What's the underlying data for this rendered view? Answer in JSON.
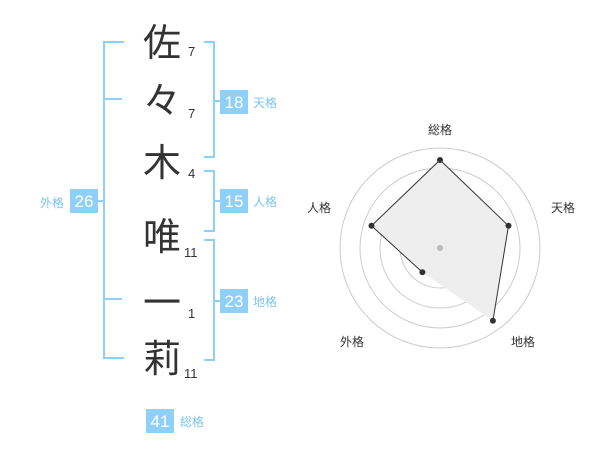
{
  "name": {
    "characters": [
      {
        "char": "佐",
        "strokes": "7"
      },
      {
        "char": "々",
        "strokes": "7"
      },
      {
        "char": "木",
        "strokes": "4"
      },
      {
        "char": "唯",
        "strokes": "11"
      },
      {
        "char": "一",
        "strokes": "1"
      },
      {
        "char": "莉",
        "strokes": "11"
      }
    ]
  },
  "fortune": {
    "tenkaku": {
      "value": "18",
      "label": "天格"
    },
    "jinkaku": {
      "value": "15",
      "label": "人格"
    },
    "chikaku": {
      "value": "23",
      "label": "地格"
    },
    "gaikaku": {
      "value": "26",
      "label": "外格"
    },
    "soukaku": {
      "value": "41",
      "label": "総格"
    }
  },
  "radar": {
    "axes": [
      "総格",
      "天格",
      "地格",
      "外格",
      "人格"
    ],
    "values": [
      4.4,
      3.6,
      4.5,
      1.5,
      3.6
    ],
    "max": 5,
    "colors": {
      "fill": "#eeeeee",
      "line": "#333333",
      "ring": "#cccccc",
      "accent": "#8fd0f8"
    }
  }
}
